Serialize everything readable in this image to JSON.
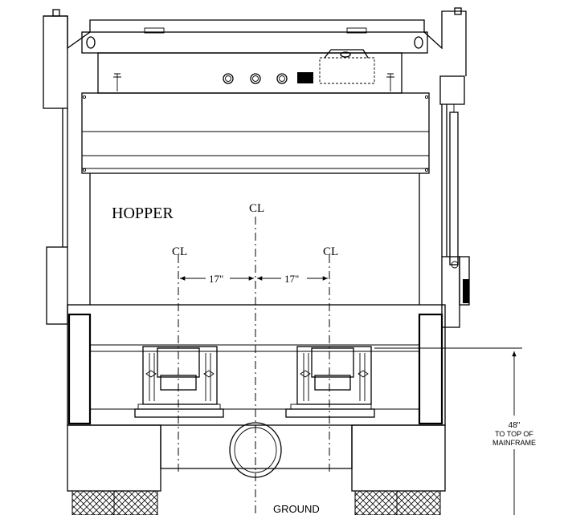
{
  "labels": {
    "hopper": "HOPPER",
    "centerline_main": "CL",
    "centerline_left": "CL",
    "centerline_right": "CL",
    "dim_left": "17\"",
    "dim_right": "17\"",
    "height_value": "48\"",
    "height_line1": "TO TOP OF",
    "height_line2": "MAINFRAME",
    "ground": "GROUND"
  }
}
